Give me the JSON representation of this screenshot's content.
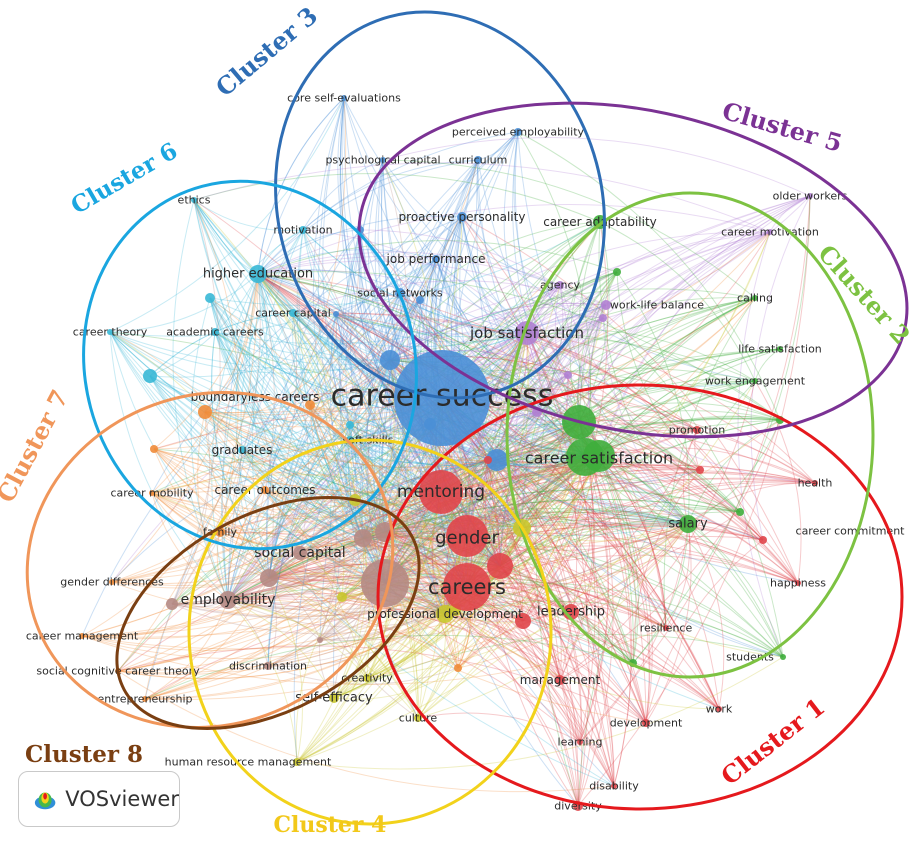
{
  "clusters": [
    {
      "id": 1,
      "label": "Cluster 1",
      "color": "#e5191d"
    },
    {
      "id": 2,
      "label": "Cluster 2",
      "color": "#7dc242"
    },
    {
      "id": 3,
      "label": "Cluster 3",
      "color": "#2e6db4"
    },
    {
      "id": 4,
      "label": "Cluster 4",
      "color": "#f2d21b"
    },
    {
      "id": 5,
      "label": "Cluster 5",
      "color": "#7b3294"
    },
    {
      "id": 6,
      "label": "Cluster 6",
      "color": "#1aa6e0"
    },
    {
      "id": 7,
      "label": "Cluster 7",
      "color": "#f0965a"
    },
    {
      "id": 8,
      "label": "Cluster 8",
      "color": "#7a3f12"
    }
  ],
  "node_colors": {
    "1": "#e0454a",
    "2": "#3fae3c",
    "3": "#4a8fd6",
    "4": "#c9c72e",
    "5": "#b07fd3",
    "6": "#39b8d6",
    "7": "#f08c3a",
    "8": "#b58a84"
  },
  "keywords": [
    {
      "key": "career_success",
      "text": "career success",
      "cluster": 3
    },
    {
      "key": "career_satisfaction",
      "text": "career satisfaction",
      "cluster": 2
    },
    {
      "key": "mentoring",
      "text": "mentoring",
      "cluster": 1
    },
    {
      "key": "gender",
      "text": "gender",
      "cluster": 1
    },
    {
      "key": "careers",
      "text": "careers",
      "cluster": 1
    },
    {
      "key": "job_satisfaction",
      "text": "job satisfaction",
      "cluster": 5
    },
    {
      "key": "core_self_evaluations",
      "text": "core self-evaluations",
      "cluster": 3
    },
    {
      "key": "perceived_employability",
      "text": "perceived employability",
      "cluster": 3
    },
    {
      "key": "psychological_capital",
      "text": "psychological capital",
      "cluster": 3
    },
    {
      "key": "curriculum",
      "text": "curriculum",
      "cluster": 3
    },
    {
      "key": "proactive_personality",
      "text": "proactive personality",
      "cluster": 3
    },
    {
      "key": "career_adaptability",
      "text": "career adaptability",
      "cluster": 2
    },
    {
      "key": "older_workers",
      "text": "older workers",
      "cluster": 5
    },
    {
      "key": "career_motivation",
      "text": "career motivation",
      "cluster": 5
    },
    {
      "key": "ethics",
      "text": "ethics",
      "cluster": 6
    },
    {
      "key": "motivation",
      "text": "motivation",
      "cluster": 6
    },
    {
      "key": "job_performance",
      "text": "job performance",
      "cluster": 3
    },
    {
      "key": "higher_education",
      "text": "higher education",
      "cluster": 6
    },
    {
      "key": "agency",
      "text": "agency",
      "cluster": 5
    },
    {
      "key": "work_life_balance",
      "text": "work-life balance",
      "cluster": 5
    },
    {
      "key": "calling",
      "text": "calling",
      "cluster": 2
    },
    {
      "key": "social_networks",
      "text": "social networks",
      "cluster": 3
    },
    {
      "key": "career_capital",
      "text": "career capital",
      "cluster": 6
    },
    {
      "key": "career_theory",
      "text": "career theory",
      "cluster": 6
    },
    {
      "key": "academic_careers",
      "text": "academic careers",
      "cluster": 6
    },
    {
      "key": "life_satisfaction",
      "text": "life satisfaction",
      "cluster": 2
    },
    {
      "key": "work_engagement",
      "text": "work engagement",
      "cluster": 2
    },
    {
      "key": "boundaryless_careers",
      "text": "boundaryless careers",
      "cluster": 7
    },
    {
      "key": "promotion",
      "text": "promotion",
      "cluster": 1
    },
    {
      "key": "soft_skills",
      "text": "soft skills",
      "cluster": 6
    },
    {
      "key": "graduates",
      "text": "graduates",
      "cluster": 6
    },
    {
      "key": "health",
      "text": "health",
      "cluster": 1
    },
    {
      "key": "career_mobility",
      "text": "career mobility",
      "cluster": 7
    },
    {
      "key": "career_outcomes",
      "text": "career outcomes",
      "cluster": 7
    },
    {
      "key": "salary",
      "text": "salary",
      "cluster": 2
    },
    {
      "key": "career_commitment",
      "text": "career commitment",
      "cluster": 1
    },
    {
      "key": "family",
      "text": "family",
      "cluster": 7
    },
    {
      "key": "social_capital",
      "text": "social capital",
      "cluster": 8
    },
    {
      "key": "gender_differences",
      "text": "gender differences",
      "cluster": 7
    },
    {
      "key": "employability",
      "text": "employability",
      "cluster": 8
    },
    {
      "key": "professional_development",
      "text": "professional development",
      "cluster": 4
    },
    {
      "key": "leadership",
      "text": "leadership",
      "cluster": 1
    },
    {
      "key": "happiness",
      "text": "happiness",
      "cluster": 1
    },
    {
      "key": "career_management",
      "text": "career management",
      "cluster": 7
    },
    {
      "key": "resilience",
      "text": "resilience",
      "cluster": 1
    },
    {
      "key": "students",
      "text": "students",
      "cluster": 2
    },
    {
      "key": "social_cognitive_career_theory",
      "text": "social cognitive career theory",
      "cluster": 7
    },
    {
      "key": "discrimination",
      "text": "discrimination",
      "cluster": 8
    },
    {
      "key": "creativity",
      "text": "creativity",
      "cluster": 4
    },
    {
      "key": "management",
      "text": "management",
      "cluster": 1
    },
    {
      "key": "entrepreneurship",
      "text": "entrepreneurship",
      "cluster": 7
    },
    {
      "key": "self_efficacy",
      "text": "self-efficacy",
      "cluster": 4
    },
    {
      "key": "work",
      "text": "work",
      "cluster": 1
    },
    {
      "key": "development",
      "text": "development",
      "cluster": 1
    },
    {
      "key": "culture",
      "text": "culture",
      "cluster": 4
    },
    {
      "key": "learning",
      "text": "learning",
      "cluster": 1
    },
    {
      "key": "human_resource_management",
      "text": "human resource management",
      "cluster": 4
    },
    {
      "key": "disability",
      "text": "disability",
      "cluster": 1
    },
    {
      "key": "diversity",
      "text": "diversity",
      "cluster": 1
    }
  ],
  "logo": {
    "text": "VOSviewer",
    "icon": "vosviewer-logo-icon"
  }
}
